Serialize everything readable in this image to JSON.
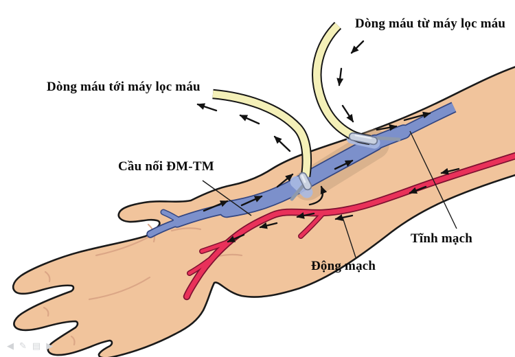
{
  "labels": {
    "flow_from_machine": "Dòng máu từ máy lọc máu",
    "flow_to_machine": "Dòng máu tới máy lọc máu",
    "fistula": "Cầu nối ĐM-TM",
    "vein": "Tĩnh mạch",
    "artery": "Động mạch"
  },
  "colors": {
    "background": "#ffffff",
    "skin": "#f1c49c",
    "outline": "#1a1a1a",
    "vein_fill": "#7c90cb",
    "vein_border": "#334681",
    "artery_fill": "#e9315a",
    "artery_border": "#7d1130",
    "tube_fill": "#f4f0b8",
    "tube_outline": "#161616",
    "needle_shaft": "#8e99ac",
    "needle_hub": "#c9d1e0",
    "needle_hub_border": "#6f7a94",
    "needle_halo": "#a9b9e2",
    "patch": "#b89878",
    "crease": "#d8a384",
    "arrow": "#121212",
    "label": "#0b0b0b",
    "presenter_icon": "#d2d4d7"
  },
  "presenter_controls": {
    "items": [
      {
        "name": "previous-slide",
        "glyph": "◀"
      },
      {
        "name": "annotate-pen",
        "glyph": "✎"
      },
      {
        "name": "slide-menu",
        "glyph": "▤"
      },
      {
        "name": "next-slide",
        "glyph": "▶"
      }
    ]
  }
}
